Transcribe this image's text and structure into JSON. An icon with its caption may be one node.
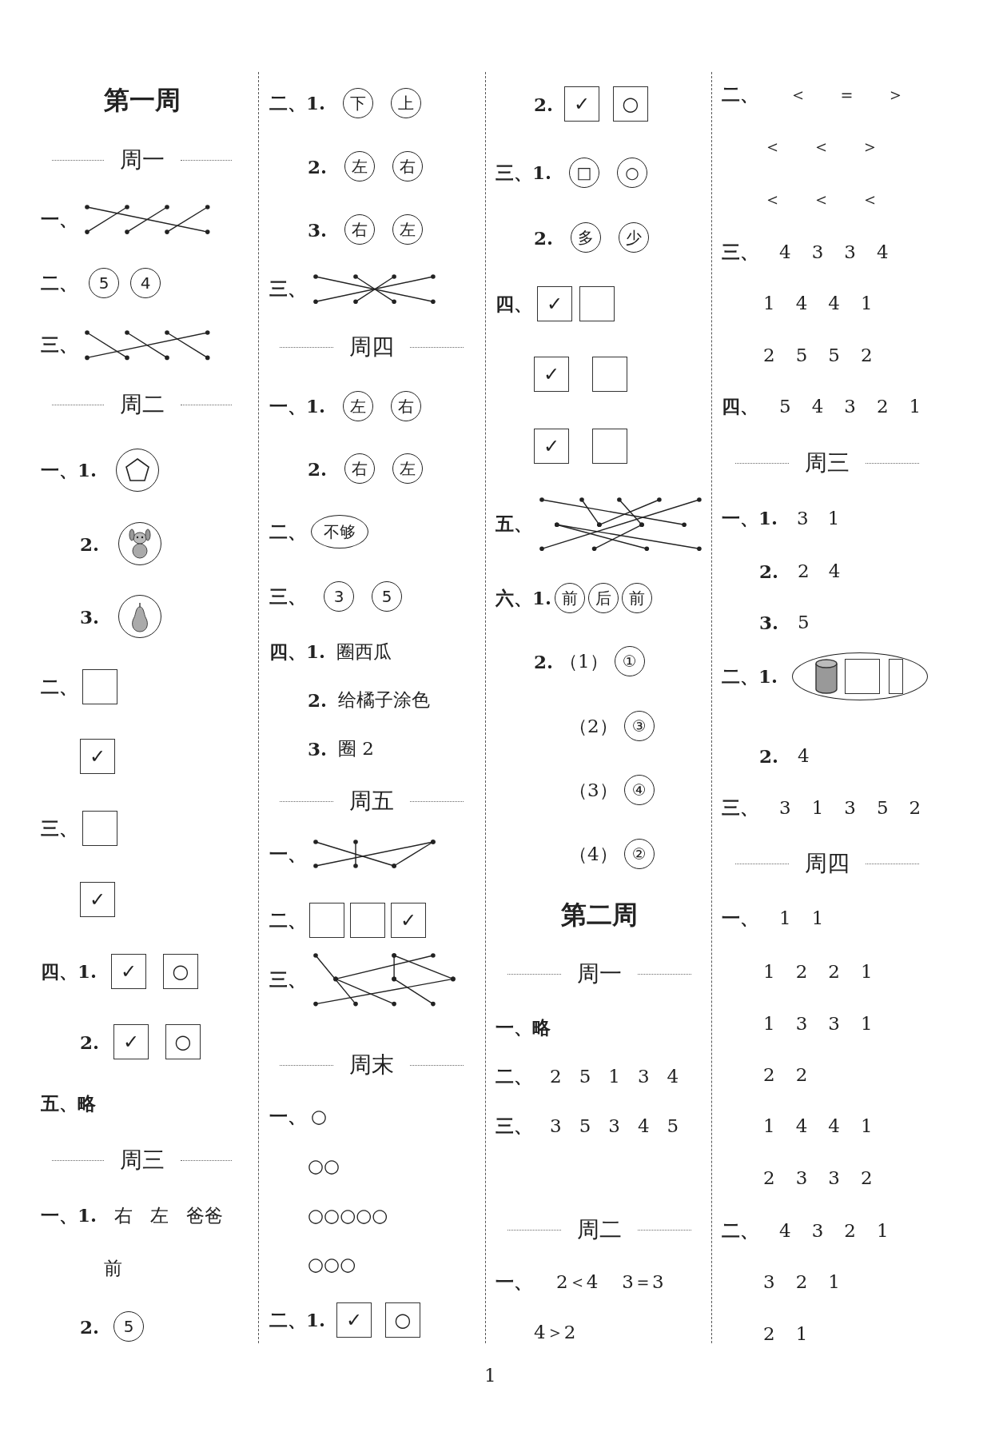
{
  "diagram": {
    "nodes": [
      {
        "text": [
          "5"
        ]
      },
      {
        "text": [
          "4"
        ]
      },
      {
        "text": [],
        "shape": "circle"
      },
      {
        "text": [],
        "shape": "pentagon",
        "in": 2
      },
      {
        "text": [],
        "shape": "circle"
      },
      {
        "text": [],
        "shape": "picture",
        "in": 4
      },
      {
        "text": [],
        "shape": "circle"
      },
      {
        "text": [],
        "shape": "picture",
        "in": 6
      },
      {
        "text": [],
        "shape": "box"
      },
      {
        "text": [
          "✓"
        ]
      },
      {
        "text": [],
        "shape": "box"
      },
      {
        "text": [
          "✓"
        ]
      },
      {
        "text": [
          "✓"
        ]
      },
      {
        "text": [
          "○"
        ]
      },
      {
        "text": [
          "✓"
        ]
      },
      {
        "text": [
          "○"
        ]
      },
      {
        "text": [
          "5"
        ]
      },
      {
        "text": [
          "下"
        ]
      },
      {
        "text": [
          "上"
        ]
      },
      {
        "text": [
          "左"
        ]
      },
      {
        "text": [
          "右"
        ]
      },
      {
        "text": [
          "右"
        ]
      },
      {
        "text": [
          "左"
        ]
      },
      {
        "text": [
          "左"
        ]
      },
      {
        "text": [
          "右"
        ]
      },
      {
        "text": [
          "右"
        ]
      },
      {
        "text": [
          "左"
        ]
      },
      {
        "text": [
          "不够"
        ]
      },
      {
        "text": [
          "3"
        ]
      },
      {
        "text": [
          "5"
        ]
      },
      {
        "text": [],
        "shape": "box"
      },
      {
        "text": [],
        "shape": "box"
      },
      {
        "text": [
          "✓"
        ]
      },
      {
        "text": [
          "✓"
        ]
      },
      {
        "text": [
          "○"
        ]
      },
      {
        "text": [
          "✓"
        ]
      },
      {
        "text": [
          "○"
        ]
      },
      {
        "text": [
          "□"
        ]
      },
      {
        "text": [
          "○"
        ]
      },
      {
        "text": [
          "多"
        ]
      },
      {
        "text": [
          "少"
        ]
      },
      {
        "text": [
          "✓"
        ]
      },
      {
        "text": [],
        "shape": "box"
      },
      {
        "text": [
          "✓"
        ]
      },
      {
        "text": [],
        "shape": "box"
      },
      {
        "text": [
          "✓"
        ]
      },
      {
        "text": [],
        "shape": "box"
      },
      {
        "text": [
          "前"
        ]
      },
      {
        "text": [
          "后"
        ]
      },
      {
        "text": [
          "前"
        ]
      },
      {
        "text": [
          "①"
        ]
      },
      {
        "text": [
          "③"
        ]
      },
      {
        "text": [
          "④"
        ]
      },
      {
        "text": [
          "②"
        ]
      },
      {
        "text": [],
        "shape": "ellipse"
      },
      {
        "text": [],
        "shape": "cylinder",
        "in": 54
      },
      {
        "text": [],
        "shape": "box",
        "in": 54
      },
      {
        "text": [],
        "shape": "box",
        "in": 54
      }
    ],
    "labels": [
      "第一周",
      "周一",
      "一、",
      "二、",
      "三、",
      "周二",
      "一、1.",
      "2.",
      "3.",
      "二、",
      "三、",
      "四、1.",
      "2.",
      "五、略",
      "周三",
      "一、1.",
      "右",
      "左",
      "爸爸",
      "前",
      "2.",
      "二、1.",
      "2.",
      "3.",
      "三、",
      "周四",
      "一、1.",
      "2.",
      "二、",
      "三、",
      "四、1.",
      "圈西瓜",
      "2.",
      "给橘子涂色",
      "3.",
      "圈 2",
      "周五",
      "一、",
      "二、",
      "三、",
      "周末",
      "一、",
      "○",
      "○○",
      "○○○○○",
      "○○○",
      "二、1.",
      "2.",
      "三、1.",
      "2.",
      "四、",
      "五、",
      "六、1.",
      "2.",
      "（1）",
      "（2）",
      "（3）",
      "（4）",
      "第二周",
      "周一",
      "一、略",
      "二、",
      "2",
      "5",
      "1",
      "3",
      "4",
      "三、",
      "3",
      "5",
      "3",
      "4",
      "5",
      "周二",
      "一、",
      "2＜4",
      "3＝3",
      "4＞2",
      "二、",
      "＜",
      "＝",
      "＞",
      "＜",
      "＜",
      "＞",
      "＜",
      "＜",
      "＜",
      "三、",
      "4",
      "3",
      "3",
      "4",
      "1",
      "4",
      "4",
      "1",
      "2",
      "5",
      "5",
      "2",
      "四、",
      "5",
      "4",
      "3",
      "2",
      "1",
      "周三",
      "一、1.",
      "3",
      "1",
      "2.",
      "2",
      "4",
      "3.",
      "5",
      "二、1.",
      "2.",
      "4",
      "三、",
      "3",
      "1",
      "3",
      "5",
      "2",
      "周四",
      "一、",
      "1",
      "1",
      "1",
      "2",
      "2",
      "1",
      "1",
      "3",
      "3",
      "1",
      "2",
      "2",
      "1",
      "4",
      "4",
      "1",
      "2",
      "3",
      "3",
      "2",
      "二、",
      "4",
      "3",
      "2",
      "1",
      "3",
      "2",
      "1",
      "2",
      "1",
      "1"
    ]
  }
}
